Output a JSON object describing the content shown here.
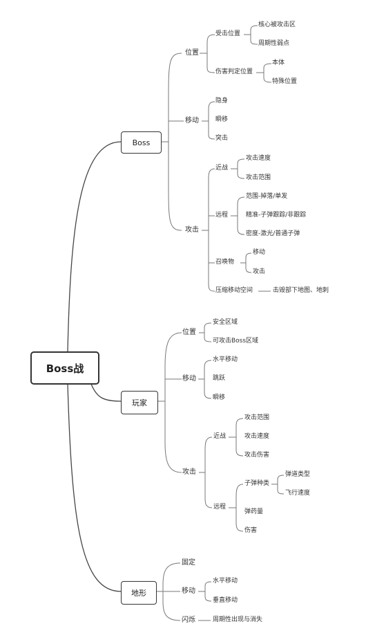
{
  "root": "Boss战",
  "boss": {
    "label": "Boss",
    "position": "位置",
    "hit_position": "受击位置",
    "core_hit_zone": "核心被攻击区",
    "periodic_weak_point": "周期性弱点",
    "damage_judge_position": "伤害判定位置",
    "body": "本体",
    "special_position": "特殊位置",
    "move": "移动",
    "stealth": "隐身",
    "teleport": "瞬移",
    "charge": "突击",
    "attack": "攻击",
    "melee": "近战",
    "melee_speed": "攻击速度",
    "melee_range": "攻击范围",
    "ranged": "远程",
    "ranged_aoe": "范围-掉落/单发",
    "ranged_precise": "精准-子弹跟踪/非跟踪",
    "ranged_dense": "密度-激光/普通子弹",
    "summon": "召唤物",
    "summon_move": "移动",
    "summon_attack": "攻击",
    "compress_space": "压缩移动空间",
    "compress_detail": "击毁部下地图、地刺"
  },
  "player": {
    "label": "玩家",
    "position": "位置",
    "safe_zone": "安全区域",
    "attackable_zone": "可攻击Boss区域",
    "move": "移动",
    "horizontal": "水平移动",
    "jump": "跳跃",
    "teleport": "瞬移",
    "attack": "攻击",
    "melee": "近战",
    "melee_range": "攻击范围",
    "melee_speed": "攻击速度",
    "melee_damage": "攻击伤害",
    "ranged": "远程",
    "bullet_type": "子弹种类",
    "trajectory": "弹道类型",
    "flight_speed": "飞行速度",
    "ammo": "弹药量",
    "damage": "伤害"
  },
  "terrain": {
    "label": "地形",
    "fixed": "固定",
    "move": "移动",
    "horizontal": "水平移动",
    "vertical": "垂直移动",
    "flicker": "闪烁",
    "flicker_detail": "周期性出现与消失"
  }
}
